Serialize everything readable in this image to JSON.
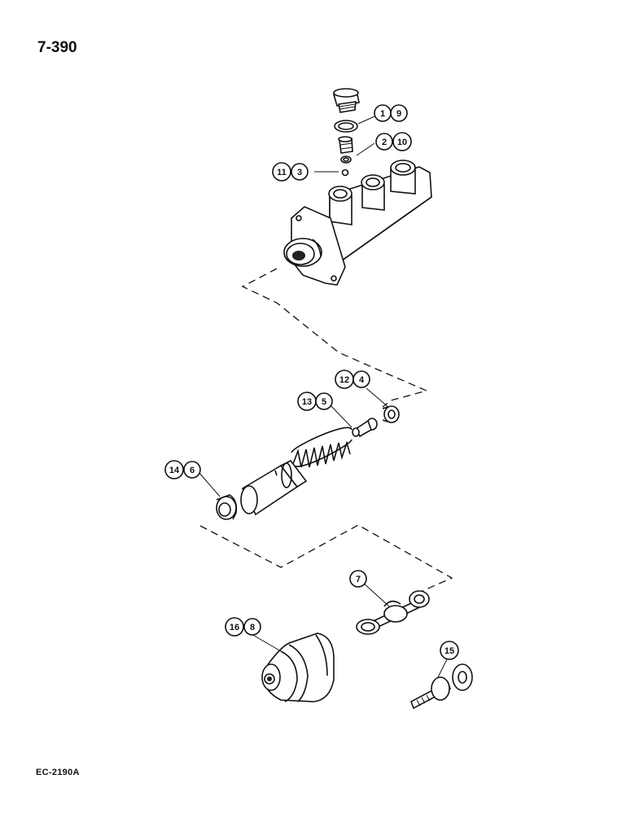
{
  "page_number": "7-390",
  "figure_code": "EC-2190A",
  "callouts": {
    "c1": [
      "1",
      "9"
    ],
    "c2": [
      "2",
      "10"
    ],
    "c3": [
      "11",
      "3"
    ],
    "c4": [
      "12",
      "4"
    ],
    "c5": [
      "13",
      "5"
    ],
    "c6": [
      "14",
      "6"
    ],
    "c7": [
      "7"
    ],
    "c8": [
      "16",
      "8"
    ],
    "c9": [
      "15"
    ]
  }
}
